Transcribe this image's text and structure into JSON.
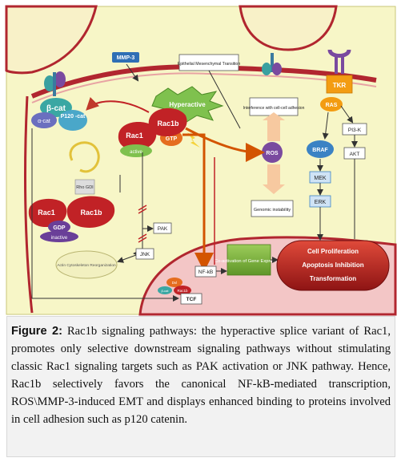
{
  "diagram": {
    "colors": {
      "panel_bg": "#f7f6c7",
      "membrane": "#b1262f",
      "rac_red": "#c12226",
      "gtp_orange": "#e56d1f",
      "gdp_purple": "#6a3f98",
      "green_box": "#7bb33a",
      "blue_node": "#3b82c4",
      "tkr_orange": "#f39c12"
    },
    "labels": {
      "mmp3": "MMP-3",
      "emt": "Epithelial Mesenchymal Transition",
      "beta_cat": "β-cat",
      "alpha_cat": "α-cat",
      "p120_cat": "P120 -cat",
      "hyperactive": "Hyperactive",
      "rac1_active": "Rac1",
      "rac1b_active": "Rac1b",
      "gtp": "GTP",
      "active": "active",
      "interference": "Interference with cell-cell adhesion",
      "ros": "ROS",
      "genomic": "Genomic instability",
      "rho_gdi": "Rho GDI",
      "rac1_inactive": "Rac1",
      "rac1b_inactive": "Rac1b",
      "gdp": "GDP",
      "inactive": "inactive",
      "pak": "PAK",
      "jnk": "JNK",
      "actin": "Actin Cytoskeleton Reorganization",
      "nfkb": "NF-kB",
      "coactivation": "Co-activation of Gene Expression",
      "cell_prolif": "Cell Proliferation",
      "apoptosis": "Apoptosis Inhibition",
      "transformation": "Transformation",
      "tkr": "TKR",
      "ras": "RAS",
      "braf": "BRAF",
      "mek": "MEK",
      "erk": "ERK",
      "pi3k": "PI3-K",
      "akt": "AKT",
      "tcf": "TCF",
      "dvl": "Dvl",
      "rac1b_small": "Rac1b",
      "bcat_small": "β-cat"
    }
  },
  "caption": {
    "label": "Figure 2:",
    "text": " Rac1b signaling pathways: the hyperactive splice variant of Rac1, promotes only selective downstream signaling pathways without stimulating classic Rac1 signaling targets such as PAK activation or JNK pathway. Hence, Rac1b selectively favors the canonical NF-kB-mediated transcription, ROS\\MMP-3-induced EMT and displays enhanced binding to proteins involved in cell adhesion such as p120 catenin."
  }
}
